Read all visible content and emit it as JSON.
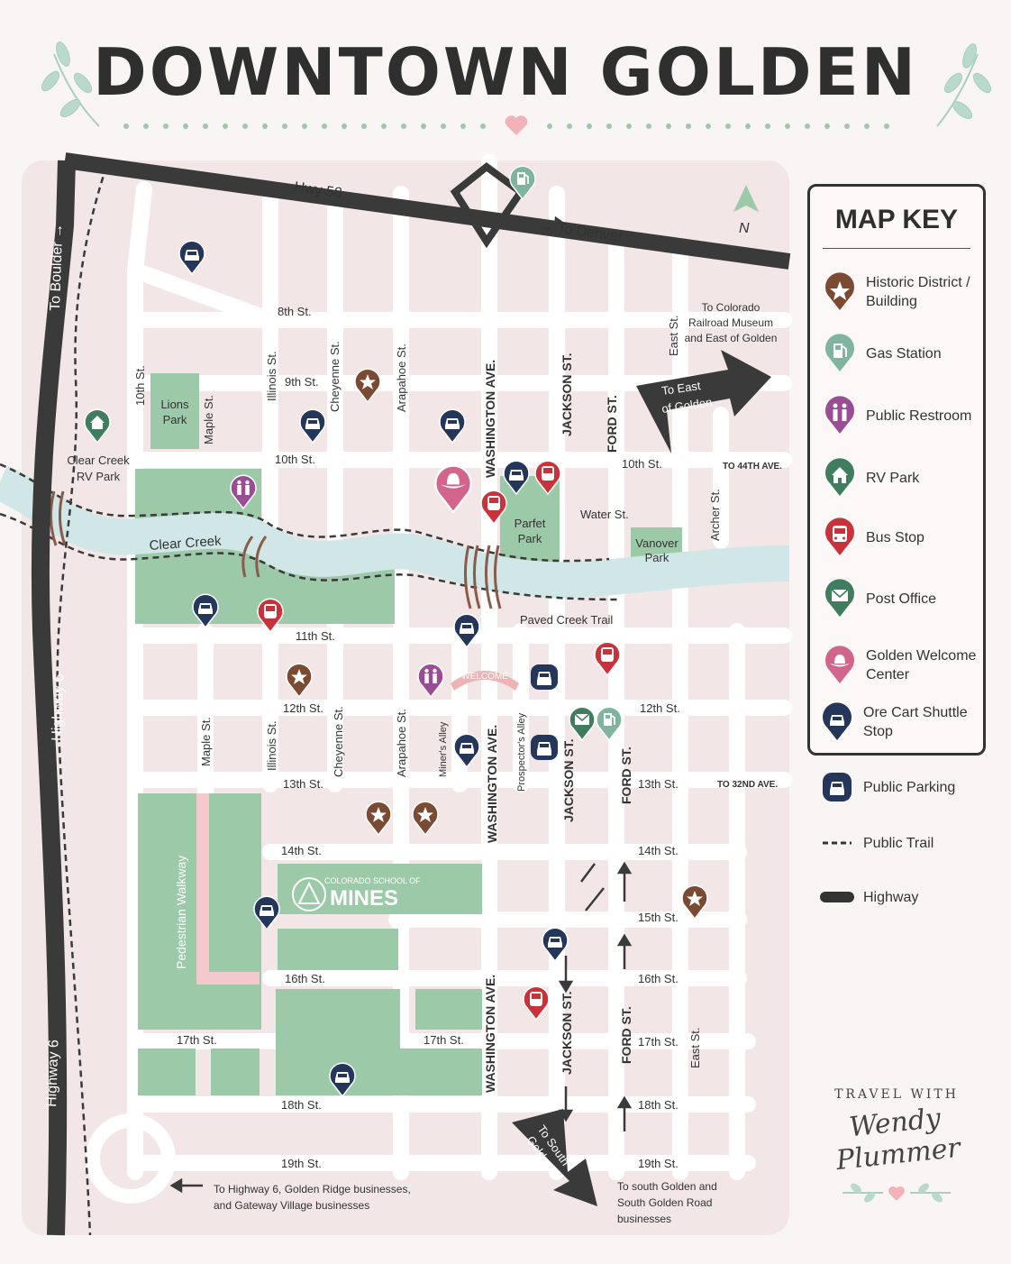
{
  "title": "DOWNTOWN GOLDEN",
  "colors": {
    "background": "#f9f5f4",
    "map_bg": "#f3e6e6",
    "park": "#9ccaa8",
    "creek": "#d1e6e6",
    "highway": "#3a3a3a",
    "historic": "#7b4a33",
    "gas": "#7fb59f",
    "restroom": "#9a4d94",
    "rv": "#3f7d5e",
    "bus": "#c8323b",
    "post": "#3f7d5e",
    "welcome": "#d3658c",
    "shuttle": "#24365a",
    "parking": "#24365a"
  },
  "map": {
    "highways": {
      "hwy58": "Hwy 58",
      "hwy6_top": "Highway 6",
      "hwy6_bottom": "Highway 6"
    },
    "directions": {
      "to_denver": "→ To Denver",
      "to_boulder": "To Boulder →",
      "north": "N",
      "to_east_of_golden": [
        "To East",
        "of Golden"
      ],
      "to_colorado_railroad": [
        "To Colorado",
        "Railroad Museum",
        "and East of Golden"
      ],
      "to_44th": "TO 44TH AVE.",
      "to_32nd": "TO 32ND AVE.",
      "to_south_golden_arrow": [
        "To South",
        "Golden"
      ],
      "to_south_golden_text": [
        "To south Golden and",
        "South Golden Road",
        "businesses"
      ],
      "to_highway6_text": [
        "To Highway 6, Golden Ridge businesses,",
        "and Gateway Village businesses"
      ]
    },
    "streets": {
      "s8": "8th St.",
      "s9": "9th St.",
      "s10w": "10th St.",
      "s10e": "10th St.",
      "s11": "11th St.",
      "s12w": "12th St.",
      "s12e": "12th St.",
      "s13w": "13th St.",
      "s13e": "13th St.",
      "s14w": "14th St.",
      "s14e": "14th St.",
      "s15": "15th St.",
      "s16w": "16th St.",
      "s16e": "16th St.",
      "s17a": "17th St.",
      "s17b": "17th St.",
      "s17e": "17th St.",
      "s18w": "18th St.",
      "s18e": "18th St.",
      "s19w": "19th St.",
      "s19e": "19th St.",
      "tenth_vert": "10th St.",
      "illinois_top": "Illinois St.",
      "illinois_bot": "Illinois St.",
      "cheyenne_top": "Cheyenne St.",
      "cheyenne_bot": "Cheyenne St.",
      "arapahoe_top": "Arapahoe St.",
      "arapahoe_bot": "Arapahoe St.",
      "maple_top": "Maple St.",
      "maple_bot": "Maple St.",
      "washington_top": "WASHINGTON AVE.",
      "washington_mid": "WASHINGTON AVE.",
      "washington_bot": "WASHINGTON AVE.",
      "jackson_top": "JACKSON ST.",
      "jackson_mid": "JACKSON ST.",
      "jackson_bot": "JACKSON ST.",
      "ford_top": "FORD ST.",
      "ford_mid": "FORD ST.",
      "ford_bot": "FORD ST.",
      "east_top": "East St.",
      "east_bot": "East St.",
      "archer": "Archer St.",
      "water": "Water St.",
      "miners_alley": "Miner's Alley",
      "prospectors_alley": "Prospector's Alley",
      "pedestrian_walkway": "Pedestrian Walkway"
    },
    "places": {
      "lions_park": [
        "Lions",
        "Park"
      ],
      "parfet_park": [
        "Parfet",
        "Park"
      ],
      "vanover_park": [
        "Vanover",
        "Park"
      ],
      "clear_creek_rv": [
        "Clear Creek",
        "RV Park"
      ],
      "clear_creek": "Clear Creek",
      "paved_creek_trail": "Paved Creek Trail",
      "welcome_arch": "WELCOME",
      "mines_small": "COLORADO SCHOOL OF",
      "mines_big": "MINES"
    }
  },
  "legend": {
    "title": "MAP KEY",
    "items": [
      {
        "icon": "star-pin-icon",
        "label": "Historic District / Building"
      },
      {
        "icon": "gas-pump-icon",
        "label": "Gas Station"
      },
      {
        "icon": "restroom-icon",
        "label": "Public Restroom"
      },
      {
        "icon": "house-icon",
        "label": "RV Park"
      },
      {
        "icon": "bus-icon",
        "label": "Bus Stop"
      },
      {
        "icon": "envelope-icon",
        "label": "Post Office"
      },
      {
        "icon": "cowboy-hat-icon",
        "label": "Golden Welcome Center"
      },
      {
        "icon": "shuttle-car-icon",
        "label": "Ore Cart Shuttle Stop"
      },
      {
        "icon": "parking-car-icon",
        "label": "Public Parking"
      },
      {
        "icon": "dashed-line-icon",
        "label": "Public Trail"
      },
      {
        "icon": "solid-line-icon",
        "label": "Highway"
      }
    ]
  },
  "branding": {
    "top": "TRAVEL WITH",
    "name": "Wendy Plummer"
  }
}
